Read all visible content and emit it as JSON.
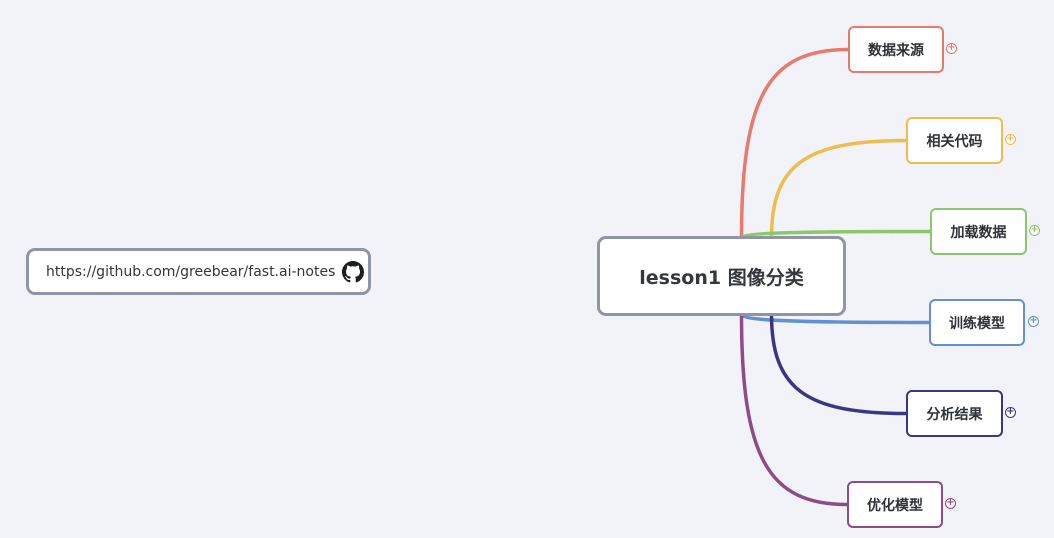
{
  "link_node": {
    "text": "https://github.com/greebear/fast.ai-notes",
    "icon": "github-icon"
  },
  "central_topic": {
    "text": "lesson1 图像分类"
  },
  "branches": [
    {
      "label": "数据来源",
      "color": "#e8796b",
      "expander": "+"
    },
    {
      "label": "相关代码",
      "color": "#f0bc4c",
      "expander": "+"
    },
    {
      "label": "加载数据",
      "color": "#8bc86a",
      "expander": "+"
    },
    {
      "label": "训练模型",
      "color": "#6291d1",
      "expander": "+"
    },
    {
      "label": "分析结果",
      "color": "#3b3684",
      "expander": "+"
    },
    {
      "label": "优化模型",
      "color": "#8f4a88",
      "expander": "+"
    }
  ]
}
